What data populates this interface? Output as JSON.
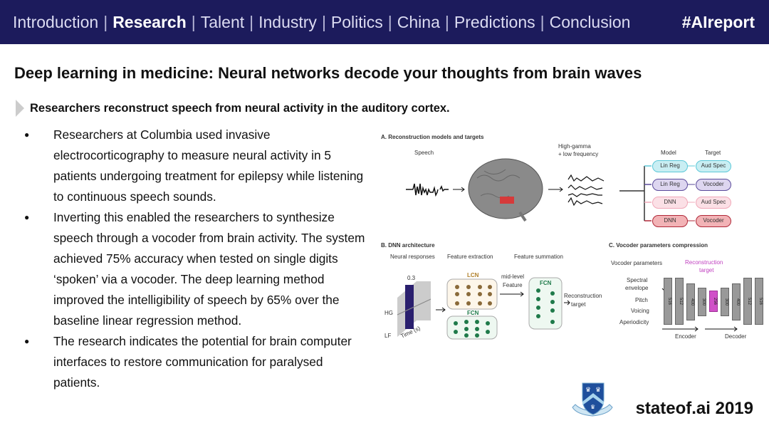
{
  "header": {
    "tabs": [
      {
        "label": "Introduction"
      },
      {
        "label": "Research",
        "active": true
      },
      {
        "label": "Talent"
      },
      {
        "label": "Industry"
      },
      {
        "label": "Politics"
      },
      {
        "label": "China"
      },
      {
        "label": "Predictions"
      },
      {
        "label": "Conclusion"
      }
    ],
    "separator": "|",
    "hashtag": "#AIreport"
  },
  "title": "Deep learning in medicine: Neural networks decode your thoughts from brain waves",
  "subtitle": "Researchers reconstruct speech from neural activity in the auditory cortex.",
  "bullets": [
    "Researchers at Columbia used invasive electrocorticography to measure neural activity in 5 patients undergoing treatment for epilepsy while listening to continuous speech sounds.",
    "Inverting this enabled the researchers to synthesize speech through a vocoder from brain activity. The system achieved 75% accuracy when tested on single digits ‘spoken’ via a vocoder. The deep learning method improved the intelligibility of speech by 65% over the baseline linear regression method.",
    "The research indicates the potential for brain computer interfaces to restore communication for paralysed patients."
  ],
  "figure": {
    "a": {
      "title": "A. Reconstruction models and targets",
      "speech": "Speech",
      "hg1": "High-gamma",
      "hg2": "+ low frequency",
      "model": "Model",
      "target": "Target",
      "rows": [
        {
          "model": "Lin Reg",
          "target": "Aud Spec",
          "color": "#5cc8d8",
          "fill": "#c9eef3"
        },
        {
          "model": "Lin Reg",
          "target": "Vocoder",
          "color": "#5a4a9a",
          "fill": "#ddd6f0"
        },
        {
          "model": "DNN",
          "target": "Aud Spec",
          "color": "#f0a8b8",
          "fill": "#fbe0e6"
        },
        {
          "model": "DNN",
          "target": "Vocoder",
          "color": "#b02838",
          "fill": "#f2b3b6"
        }
      ]
    },
    "b": {
      "title": "B. DNN architecture",
      "neural": "Neural responses",
      "extract": "Feature extraction",
      "summ": "Feature summation",
      "lcn": "LCN",
      "fcn": "FCN",
      "fcn2": "FCN",
      "mid1": "mid-level",
      "mid2": "Feature",
      "recon1": "Reconstruction",
      "recon2": "target",
      "val": "0.3",
      "hg": "HG",
      "lf": "LF",
      "time": "Time (s)"
    },
    "c": {
      "title": "C. Vocoder parameters compression",
      "params": "Vocoder parameters",
      "rt1": "Reconstruction",
      "rt2": "target",
      "labels": [
        "Spectral",
        "envelope",
        "Pitch",
        "Voicing",
        "Aperiodicity"
      ],
      "bars": [
        "516",
        "512",
        "400",
        "300",
        "256",
        "300",
        "400",
        "512",
        "516"
      ],
      "encoder": "Encoder",
      "decoder": "Decoder"
    }
  },
  "footer": {
    "brand": "stateof.ai 2019"
  }
}
